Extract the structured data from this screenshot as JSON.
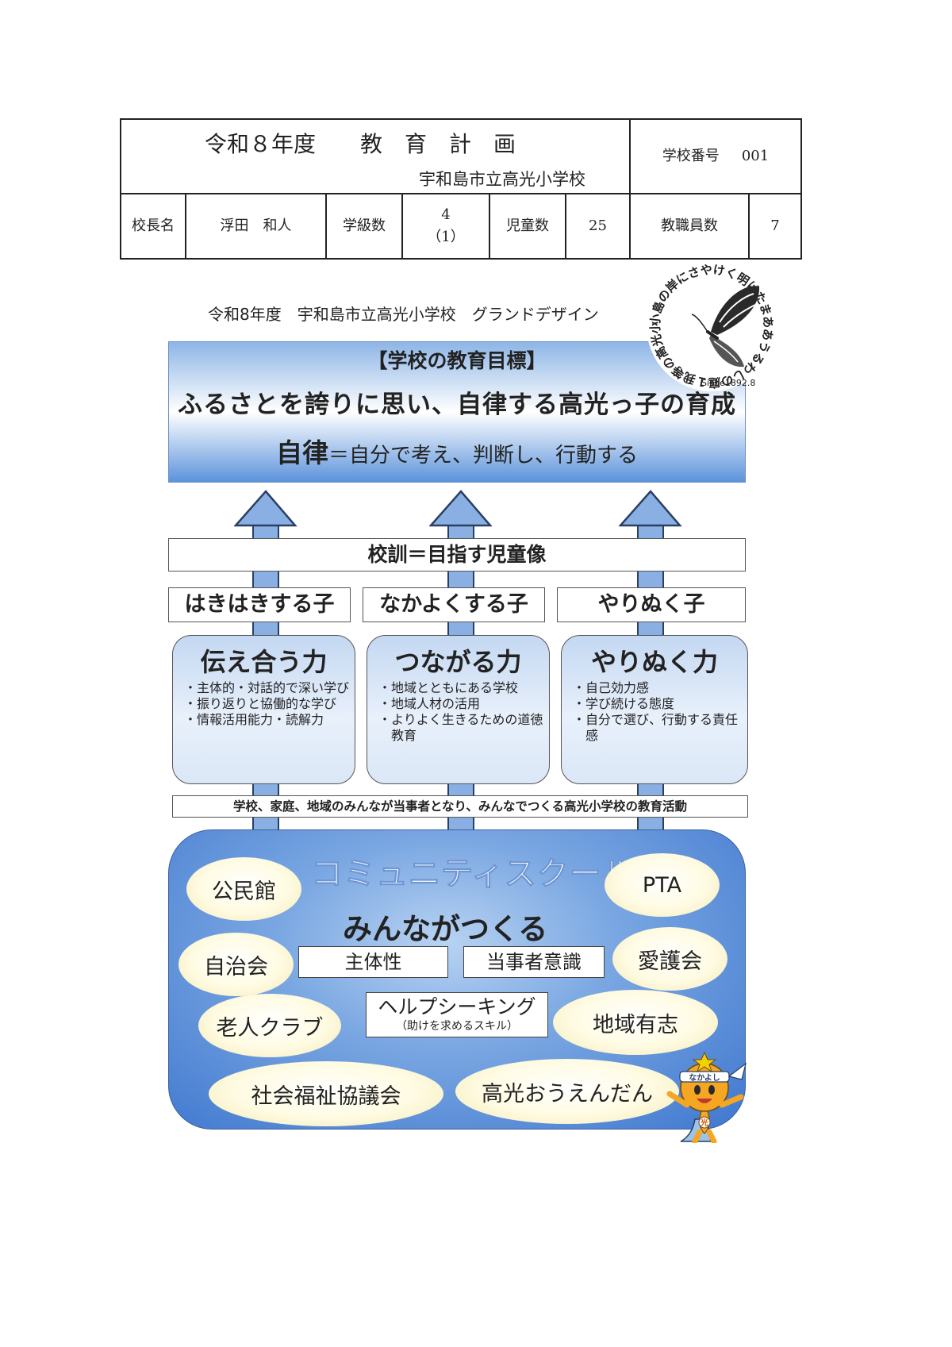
{
  "header": {
    "plan_title": "令和８年度　　教　育　計　画",
    "school_name": "宇和島市立高光小学校",
    "school_number_label": "学校番号",
    "school_number": "001",
    "principal_label": "校長名",
    "principal_name": "浮田　和人",
    "classes_label": "学級数",
    "classes_value": "4",
    "classes_note": "（1）",
    "students_label": "児童数",
    "students_value": "25",
    "staff_label": "教職員数",
    "staff_value": "7"
  },
  "design": {
    "title": "令和8年度　宇和島市立高光小学校　グランドデザイン",
    "goal_heading": "【学校の教育目標】",
    "goal_main": "ふるさとを誇りに思い、自律する高光っ子の育成",
    "goal_term": "自律",
    "goal_definition": "＝自分で考え、判断し、行動する",
    "motto": "校訓＝目指す児童像",
    "children": [
      "はきはきする子",
      "なかよくする子",
      "やりぬく子"
    ],
    "powers": [
      {
        "title": "伝え合う力",
        "items": [
          "主体的・対話的で深い学び",
          "振り返りと協働的な学び",
          "情報活用能力・読解力"
        ]
      },
      {
        "title": "つながる力",
        "items": [
          "地域とともにある学校",
          "地域人材の活用",
          "よりよく生きるための道徳教育"
        ]
      },
      {
        "title": "やりぬく力",
        "items": [
          "自己効力感",
          "学び続ける態度",
          "自分で選び、行動する責任感"
        ]
      }
    ],
    "band": "学校、家庭、地域のみんなが当事者となり、みんなでつくる高光小学校の教育活動",
    "community_title": "コミュニティスクール",
    "community_main": "みんながつくる",
    "groups": [
      "公民館",
      "PTA",
      "自治会",
      "愛護会",
      "老人クラブ",
      "地域有志",
      "社会福祉協議会",
      "高光おうえんだん"
    ],
    "keywords": [
      "主体性",
      "当事者意識"
    ],
    "help_seeking": "ヘルプシーキング",
    "help_seeking_note": "（助けを求めるスキル）"
  },
  "emblem": {
    "ring_text": "小島の岸にさやけく明けたまああうるわしの庭１我等の高光小学校",
    "since": "Since1892.8"
  },
  "mascot": {
    "headband": "なかよし",
    "badge": "光"
  }
}
